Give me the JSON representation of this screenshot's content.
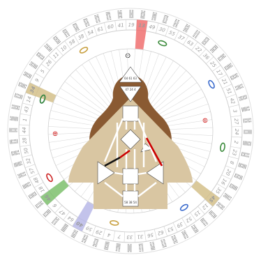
{
  "wheel": {
    "gates": [
      "41",
      "19",
      "13",
      "49",
      "30",
      "55",
      "37",
      "63",
      "22",
      "36",
      "25",
      "17",
      "21",
      "51",
      "42",
      "3",
      "27",
      "24",
      "2",
      "23",
      "8",
      "20",
      "16",
      "35",
      "45",
      "12",
      "15",
      "52",
      "39",
      "53",
      "62",
      "56",
      "31",
      "33",
      "7",
      "4",
      "29",
      "59",
      "40",
      "64",
      "47",
      "6",
      "46",
      "18",
      "48",
      "57",
      "32",
      "50",
      "28",
      "44",
      "1",
      "43",
      "14",
      "34",
      "9",
      "5",
      "26",
      "11",
      "10",
      "58",
      "38",
      "54",
      "61",
      "60"
    ],
    "highlighted": [
      {
        "gate": "13",
        "color": "#f07070"
      },
      {
        "gate": "34",
        "color": "#d4c08a"
      },
      {
        "gate": "40",
        "color": "#b8b8e8"
      },
      {
        "gate": "46",
        "color": "#7cbf6c"
      },
      {
        "gate": "45",
        "color": "#d4c08a"
      }
    ],
    "planet_symbols": [
      "⊙",
      "⊕",
      "⊕",
      "⊙"
    ]
  },
  "bodygraph": {
    "head_label": "64 61 63",
    "ajna_label": "47 24 4",
    "root_label": "58 38 54"
  },
  "colors": {
    "ring": "#d8d8d8",
    "defined": "#d9c6a2",
    "silhouette": "#8a5a32",
    "channel_red": "#cc0000",
    "channel_black": "#111111"
  }
}
